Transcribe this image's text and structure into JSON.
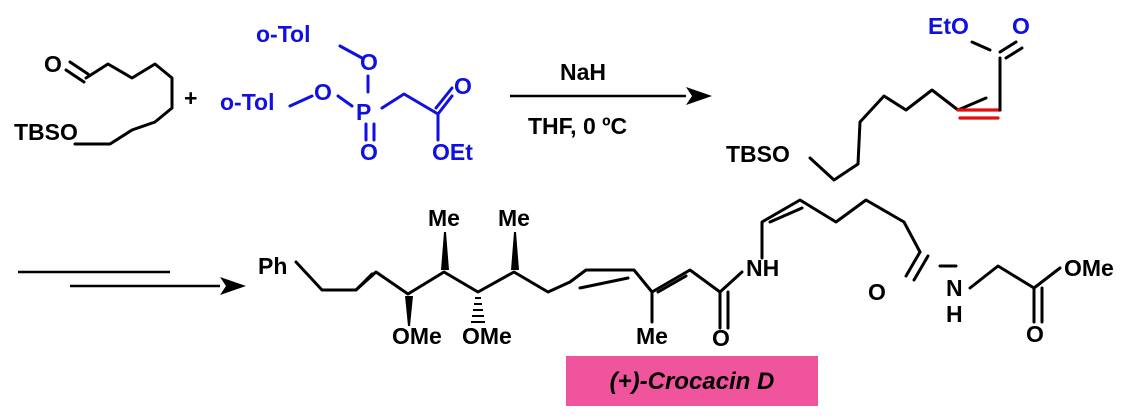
{
  "reactants": {
    "aldehyde": {
      "carbonyl_o": "O",
      "protecting_group": "TBSO"
    },
    "plus": "+",
    "phosphonate": {
      "aryl_1": "o-Tol",
      "aryl_2": "o-Tol",
      "ester_o_1": "O",
      "ester_o_2": "O",
      "phosphorus": "P",
      "p_oxo": "O",
      "carbonyl_o": "O",
      "ethoxy": "OEt"
    }
  },
  "conditions": {
    "reagent": "NaH",
    "solvent_temp": "THF,  0 ºC"
  },
  "product": {
    "ester_group": "EtO",
    "carbonyl_o": "O",
    "protecting_group": "TBSO"
  },
  "target": {
    "phenyl": "Ph",
    "me_1": "Me",
    "me_2": "Me",
    "me_3": "Me",
    "ome_1": "OMe",
    "ome_2": "OMe",
    "amide_nh": "NH",
    "amide_o_1": "O",
    "amide_o_2": "O",
    "amide_n": "N",
    "amide_h": "H",
    "ester_o": "O",
    "ester_ome": "OMe",
    "name": "(+)-Crocacin D"
  },
  "colors": {
    "reagent_blue": "#1010e0",
    "new_bond_red": "#e01010",
    "badge_pink": "#f0549c"
  }
}
